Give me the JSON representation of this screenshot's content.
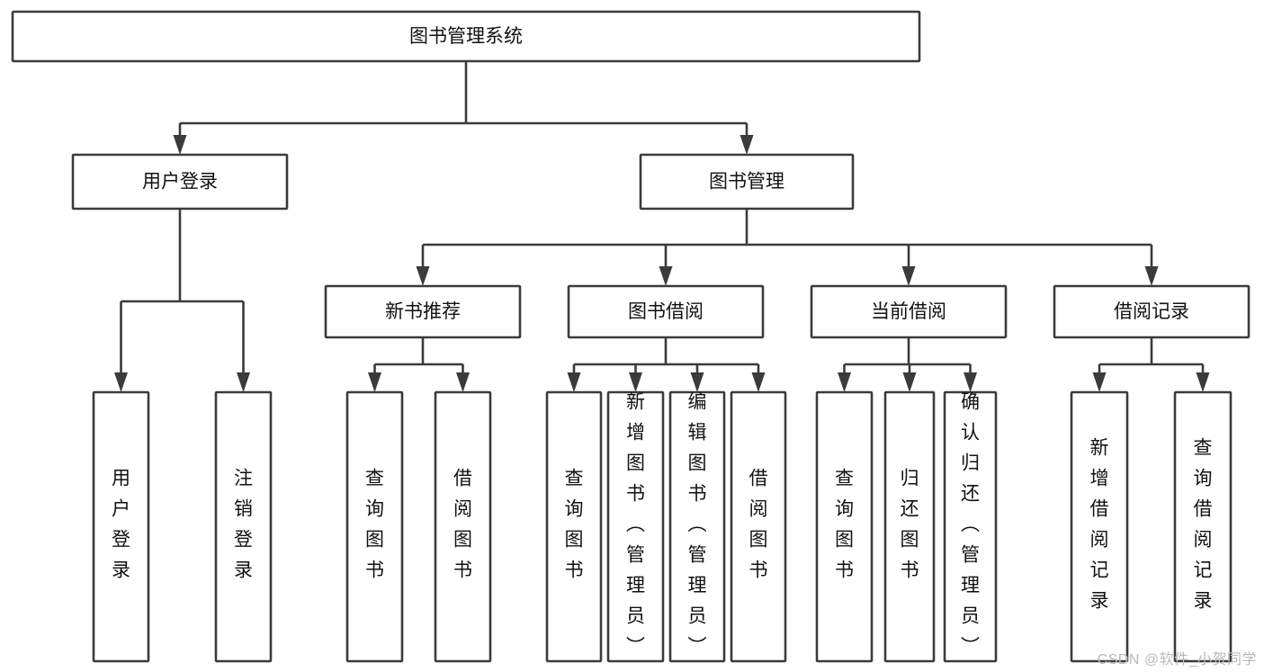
{
  "diagram": {
    "type": "tree",
    "title": "图书管理系统",
    "watermark": "CSDN @软件_小贺同学",
    "colors": {
      "stroke": "#3b3b3b",
      "fill": "#ffffff",
      "text": "#111111",
      "watermark": "#b9b9b9"
    },
    "root": {
      "label": "图书管理系统"
    },
    "level2": [
      {
        "label": "用户登录"
      },
      {
        "label": "图书管理"
      }
    ],
    "level3": [
      {
        "label": "新书推荐"
      },
      {
        "label": "图书借阅"
      },
      {
        "label": "当前借阅"
      },
      {
        "label": "借阅记录"
      }
    ],
    "leaves": {
      "user_login": [
        {
          "label": "用户登录"
        },
        {
          "label": "注销登录"
        }
      ],
      "new_book_recommend": [
        {
          "label": "查询图书"
        },
        {
          "label": "借阅图书"
        }
      ],
      "book_borrow": [
        {
          "label": "查询图书"
        },
        {
          "label": "新增图书（管理员）"
        },
        {
          "label": "编辑图书（管理员）"
        },
        {
          "label": "借阅图书"
        }
      ],
      "current_borrow": [
        {
          "label": "查询图书"
        },
        {
          "label": "归还图书"
        },
        {
          "label": "确认归还（管理员）"
        }
      ],
      "borrow_record": [
        {
          "label": "新增借阅记录"
        },
        {
          "label": "查询借阅记录"
        }
      ]
    }
  }
}
